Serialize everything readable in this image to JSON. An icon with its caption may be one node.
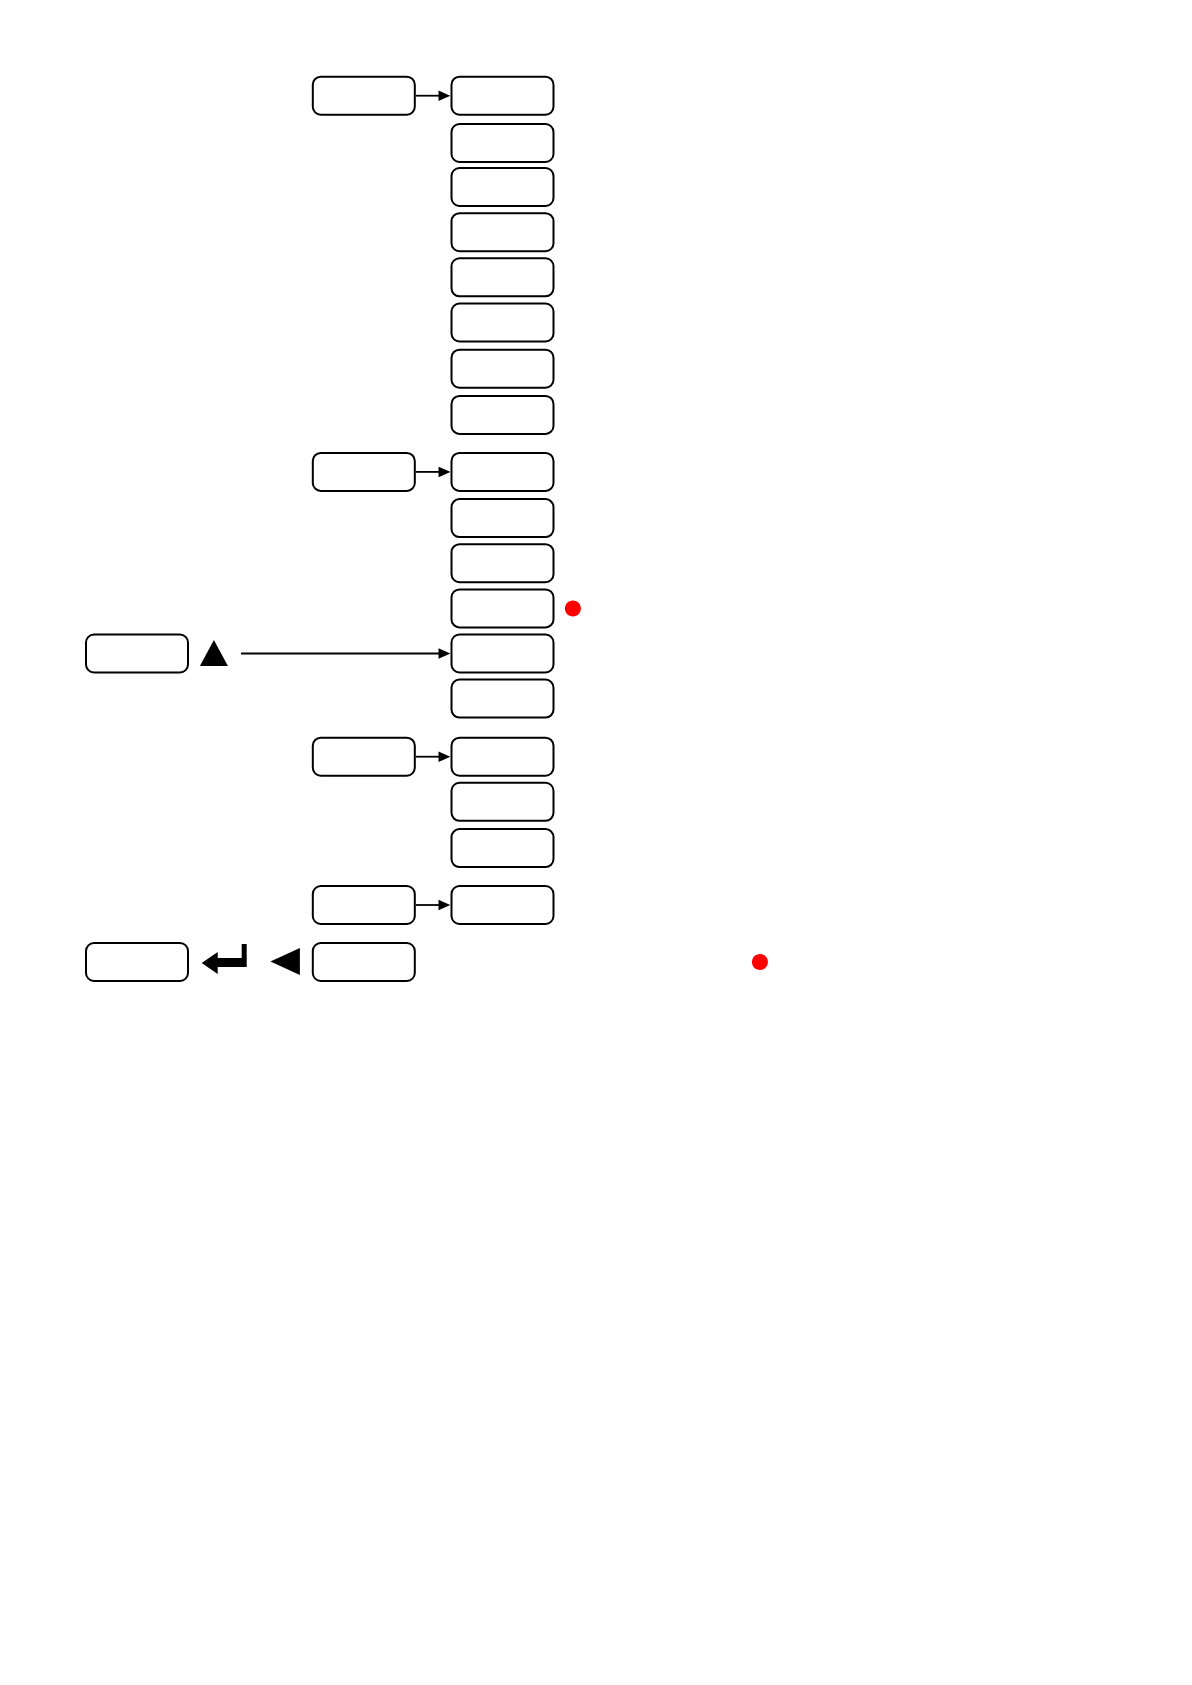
{
  "diagram": {
    "nodes": [
      {
        "text": [],
        "shape": "box"
      },
      {
        "text": [],
        "shape": "box"
      },
      {
        "text": [],
        "shape": "box"
      },
      {
        "text": [],
        "shape": "box"
      },
      {
        "text": [],
        "shape": "box"
      },
      {
        "text": [],
        "shape": "box"
      },
      {
        "text": [],
        "shape": "box"
      },
      {
        "text": [],
        "shape": "box"
      },
      {
        "text": [],
        "shape": "box"
      },
      {
        "text": [],
        "shape": "box"
      },
      {
        "text": [],
        "shape": "box"
      },
      {
        "text": [],
        "shape": "box"
      },
      {
        "text": [],
        "shape": "box"
      },
      {
        "text": [],
        "shape": "box"
      },
      {
        "text": [],
        "shape": "box"
      },
      {
        "text": [],
        "shape": "box"
      },
      {
        "text": [],
        "shape": "box"
      },
      {
        "text": [],
        "shape": "box"
      },
      {
        "text": [],
        "shape": "box"
      },
      {
        "text": [],
        "shape": "box"
      },
      {
        "text": [],
        "shape": "box"
      },
      {
        "text": [],
        "shape": "box"
      },
      {
        "text": [],
        "shape": "box"
      },
      {
        "text": [],
        "shape": "box"
      },
      {
        "text": [],
        "shape": "box"
      }
    ],
    "edges": [
      {
        "from": 0,
        "to": 1,
        "arrow": "to"
      },
      {
        "from": 9,
        "to": 10,
        "arrow": "to"
      },
      {
        "from": 14,
        "to": 15,
        "arrow": "to"
      },
      {
        "from": 17,
        "to": 18,
        "arrow": "to"
      },
      {
        "from": 21,
        "to": 22,
        "arrow": "to"
      }
    ]
  }
}
